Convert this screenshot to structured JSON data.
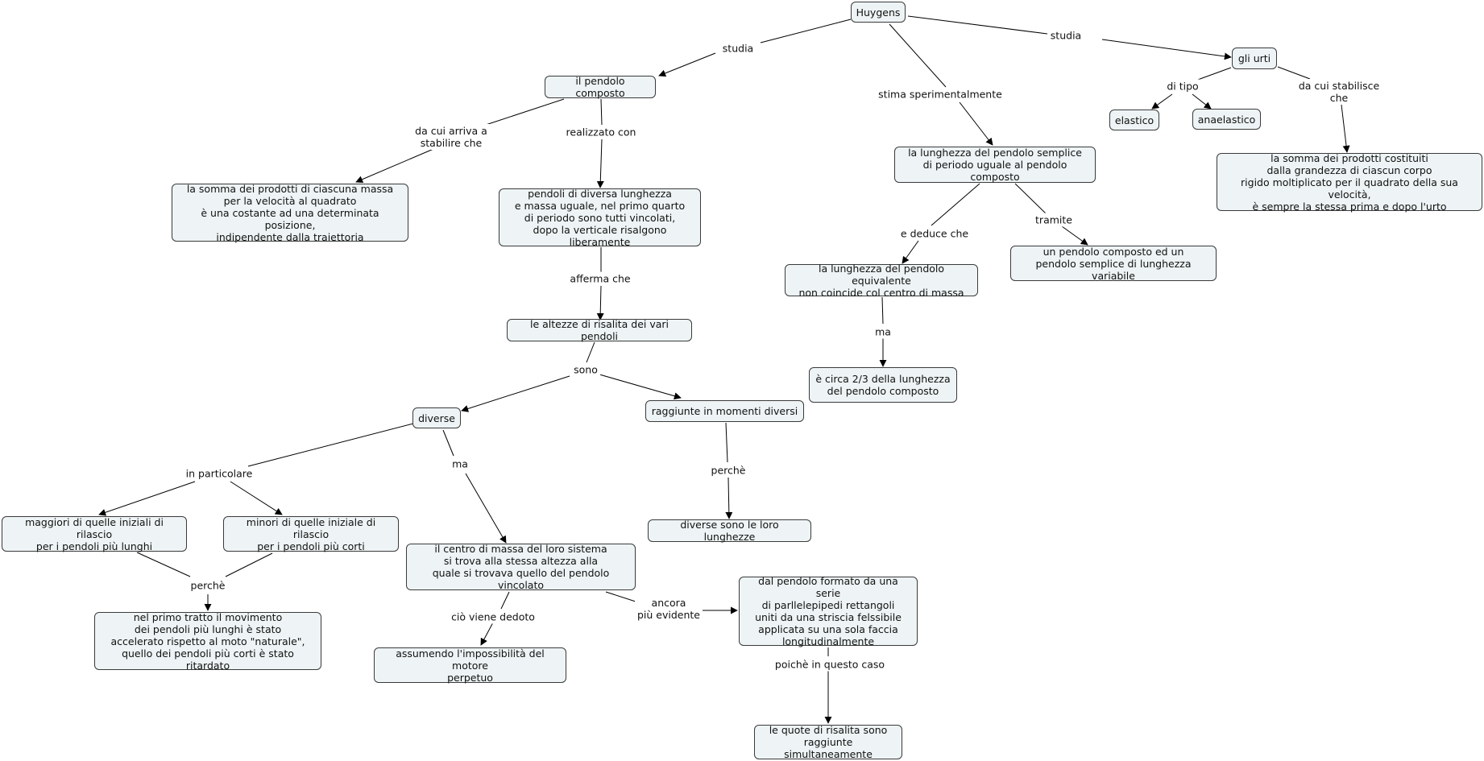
{
  "nodes": {
    "huygens": "Huygens",
    "pendolo_composto": "il pendolo composto",
    "gli_urti": "gli urti",
    "somma_massa": "la somma dei prodotti di ciascuna massa\nper la velocità al quadrato\nè una costante ad una determinata posizione,\nindipendente dalla traiettoria",
    "pendoli_diversa": "pendoli di diversa lunghezza\ne massa uguale, nel primo quarto\ndi periodo sono tutti vincolati,\ndopo la verticale risalgono liberamente",
    "lunghezza_semplice": "la lunghezza del pendolo semplice\ndi periodo uguale al pendolo composto",
    "elastico": "elastico",
    "anaelastico": "anaelastico",
    "somma_corpo": "la somma dei prodotti costituiti\ndalla grandezza di ciascun corpo\nrigido moltiplicato per il quadrato della sua velocità,\nè sempre la stessa prima e dopo l'urto",
    "pendolo_equivalente": "la lunghezza del pendolo equivalente\nnon coincide col centro di massa",
    "pendolo_variabile": "un pendolo composto ed un\npendolo semplice di lunghezza variabile",
    "altezze": "le altezze di risalita dei vari pendoli",
    "due_terzi": "è circa 2/3 della lunghezza\ndel pendolo composto",
    "diverse": "diverse",
    "momenti_diversi": "raggiunte in momenti diversi",
    "diverse_lunghezze": "diverse sono le loro lunghezze",
    "maggiori": "maggiori di quelle iniziali di rilascio\nper i pendoli più lunghi",
    "minori": "minori di quelle iniziale di rilascio\nper i pendoli più corti",
    "centro_massa": "il centro di massa del loro sistema\nsi trova alla stessa altezza alla\nquale si trovava quello del pendolo vincolato",
    "parallelepipedi": "dal pendolo formato da una serie\ndi parllelepipedi rettangoli\nuniti da una striscia felssibile\napplicata su una sola faccia\nlongitudinalmente",
    "primo_tratto": "nel primo tratto il movimento\ndei pendoli più lunghi è stato\naccelerato rispetto al moto \"naturale\",\nquello dei pendoli più corti è stato ritardato",
    "moto_perpetuo": "assumendo l'impossibilità del motore\nperpetuo",
    "quote": "le quote di risalita sono\nraggiunte simultaneamente"
  },
  "links": {
    "studia_left": "studia",
    "studia_right": "studia",
    "stima": "stima sperimentalmente",
    "da_cui_arriva": "da cui arriva a\nstabilire che",
    "realizzato": "realizzato con",
    "di_tipo": "di tipo",
    "da_cui_stabilisce": "da cui stabilisce\nche",
    "e_deduce": "e deduce che",
    "tramite": "tramite",
    "afferma": "afferma che",
    "ma_right": "ma",
    "sono": "sono",
    "in_particolare": "in particolare",
    "ma_left": "ma",
    "perche_right": "perchè",
    "perche_left": "perchè",
    "cio_viene": "ciò viene dedoto",
    "ancora": "ancora\npiù evidente",
    "poiche": "poichè in questo caso"
  }
}
